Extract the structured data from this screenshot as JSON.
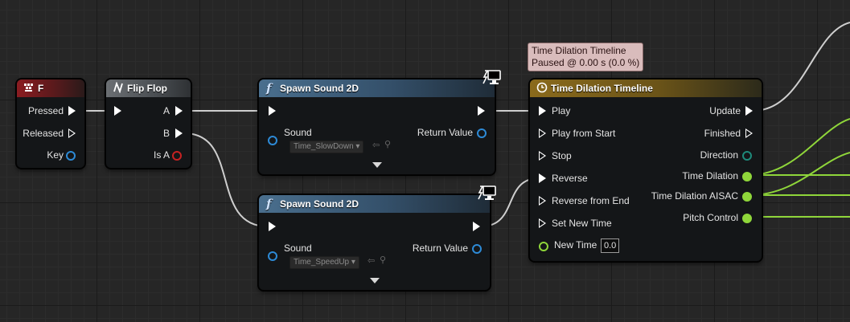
{
  "nodes": {
    "key_f": {
      "title": "F",
      "pins": {
        "pressed": "Pressed",
        "released": "Released",
        "key": "Key"
      }
    },
    "flip_flop": {
      "title": "Flip Flop",
      "pins": {
        "a": "A",
        "b": "B",
        "is_a": "Is A"
      }
    },
    "spawn_sound_1": {
      "title": "Spawn Sound 2D",
      "pins": {
        "sound": "Sound",
        "return_value": "Return Value"
      },
      "sound_value": "Time_SlowDown"
    },
    "spawn_sound_2": {
      "title": "Spawn Sound 2D",
      "pins": {
        "sound": "Sound",
        "return_value": "Return Value"
      },
      "sound_value": "Time_SpeedUp"
    },
    "timeline": {
      "title": "Time Dilation Timeline",
      "tooltip_line1": "Time Dilation Timeline",
      "tooltip_line2": "Paused @ 0.00 s (0.0 %)",
      "inputs": {
        "play": "Play",
        "play_from_start": "Play from Start",
        "stop": "Stop",
        "reverse": "Reverse",
        "reverse_from_end": "Reverse from End",
        "set_new_time": "Set New Time",
        "new_time": "New Time"
      },
      "new_time_value": "0.0",
      "outputs": {
        "update": "Update",
        "finished": "Finished",
        "direction": "Direction",
        "time_dilation": "Time Dilation",
        "time_dilation_aisac": "Time Dilation AISAC",
        "pitch_control": "Pitch Control"
      }
    }
  },
  "colors": {
    "exec_wire": "#d0d0d0",
    "float_wire": "#8fd63a",
    "object_pin": "#2d8ad6",
    "bool_pin": "#c62222",
    "enum_pin": "#1e8a7a"
  },
  "icons": {
    "key_node": "keyboard-icon",
    "flip_flop": "flip-flop-icon",
    "function": "function-icon",
    "timeline": "clock-icon",
    "client_only": "monitor-icon"
  }
}
